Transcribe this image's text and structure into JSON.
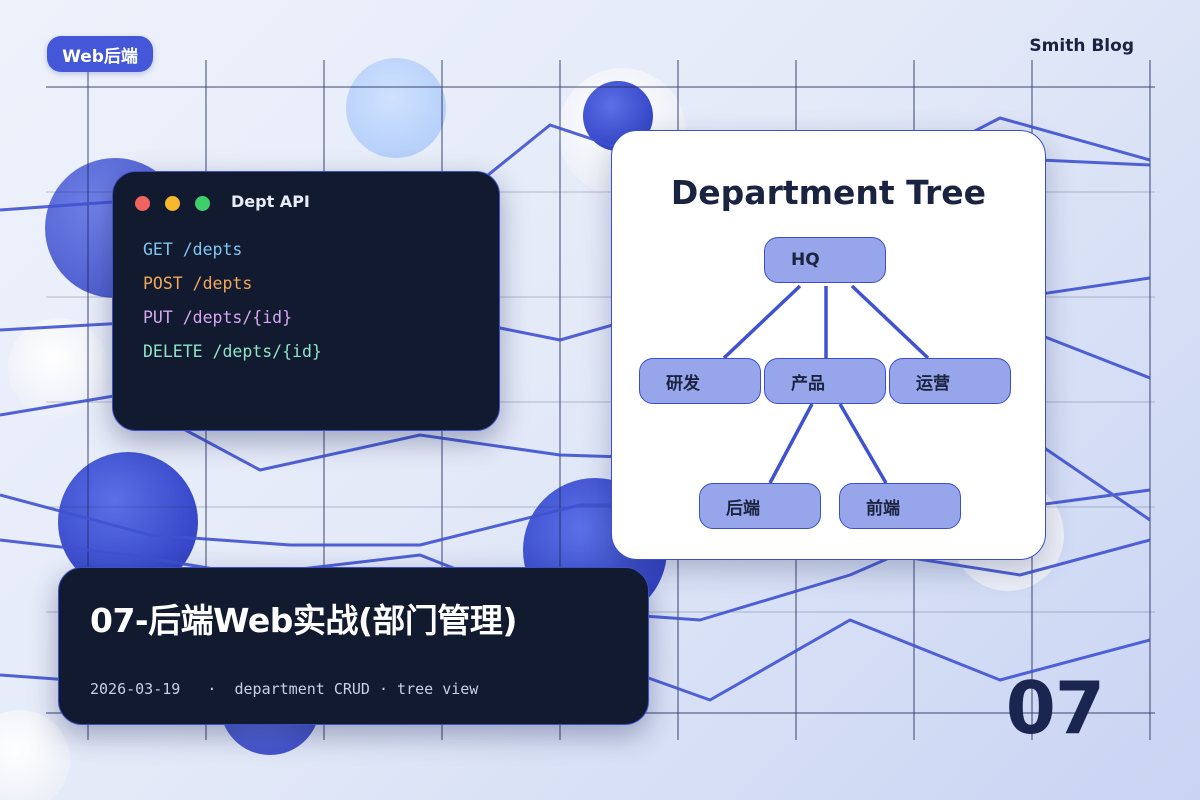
{
  "header": {
    "tag": "Web后端",
    "brand": "Smith Blog"
  },
  "code_card": {
    "title": "Dept API",
    "lines": [
      "GET /depts",
      "POST /depts",
      "PUT /depts/{id}",
      "DELETE /depts/{id}"
    ]
  },
  "tree_card": {
    "title": "Department Tree",
    "root": "HQ",
    "level1": [
      "研发",
      "产品",
      "运营"
    ],
    "level2": [
      "后端",
      "前端"
    ]
  },
  "post": {
    "title": "07-后端Web实战(部门管理)",
    "date": "2026-03-19",
    "separator": "·",
    "tags": "department CRUD · tree view",
    "number": "07"
  },
  "colors": {
    "accent": "#4357d8",
    "card_dark": "#111a2e",
    "node_fill": "#97a5eb",
    "line": "#3b4fc9"
  }
}
